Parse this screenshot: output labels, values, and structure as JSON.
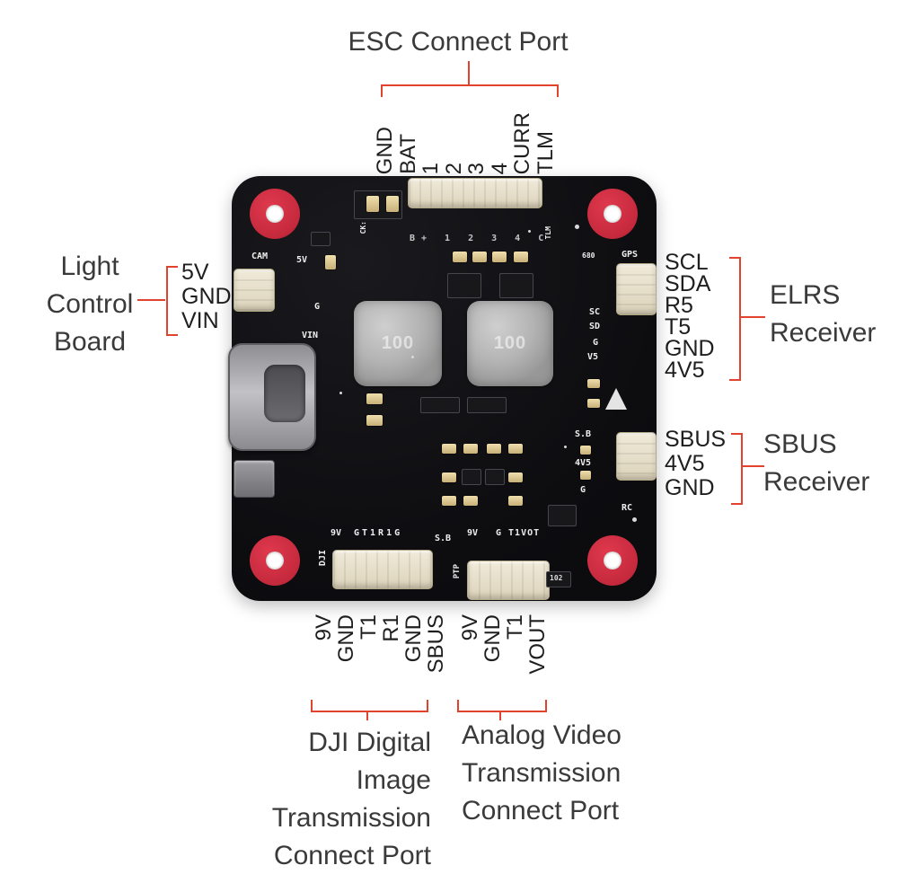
{
  "colors": {
    "accent": "#e2432e",
    "text": "#3a3a3a"
  },
  "callouts": {
    "esc": {
      "title": "ESC Connect Port",
      "pins": [
        "GND",
        "BAT",
        "1",
        "2",
        "3",
        "4",
        "CURR",
        "TLM"
      ]
    },
    "light_control": {
      "line1": "Light",
      "line2": "Control",
      "line3": "Board",
      "pins": [
        "5V",
        "GND",
        "VIN"
      ]
    },
    "elrs": {
      "line1": "ELRS",
      "line2": "Receiver",
      "pins": [
        "SCL",
        "SDA",
        "R5",
        "T5",
        "GND",
        "4V5"
      ]
    },
    "sbus": {
      "line1": "SBUS",
      "line2": "Receiver",
      "pins": [
        "SBUS",
        "4V5",
        "GND"
      ]
    },
    "dji": {
      "line1": "DJI Digital",
      "line2": "Image",
      "line3": "Transmission",
      "line4": "Connect Port",
      "pins": [
        "9V",
        "GND",
        "T1",
        "R1",
        "GND",
        "SBUS"
      ]
    },
    "analog": {
      "line1": "Analog Video",
      "line2": "Transmission",
      "line3": "Connect Port",
      "pins": [
        "9V",
        "GND",
        "T1",
        "VOUT"
      ]
    }
  },
  "board": {
    "silkscreen": {
      "cam": "CAM",
      "v5cam": "5V",
      "g_left": "G",
      "vin": "VIN",
      "ck": "CK:",
      "toprow": "B+ 1 2 3 4 C",
      "tlm": "TLM",
      "r680": "680",
      "gps": "GPS",
      "sc": "SC",
      "sd": "SD",
      "g_right": "G",
      "v5_right": "V5",
      "sb_right": "S.B",
      "v45_right": "4V5",
      "g_right2": "G",
      "rc": "RC",
      "dji": "DJI",
      "v9_left": "9V",
      "gt1r1g": "GT1R1G",
      "sb_bottom": "S.B",
      "ptp": "PTP",
      "v9_right": "9V",
      "gt1vot": "G T1VOT",
      "r102": "102",
      "ind1": "100",
      "ind2": "100"
    }
  }
}
